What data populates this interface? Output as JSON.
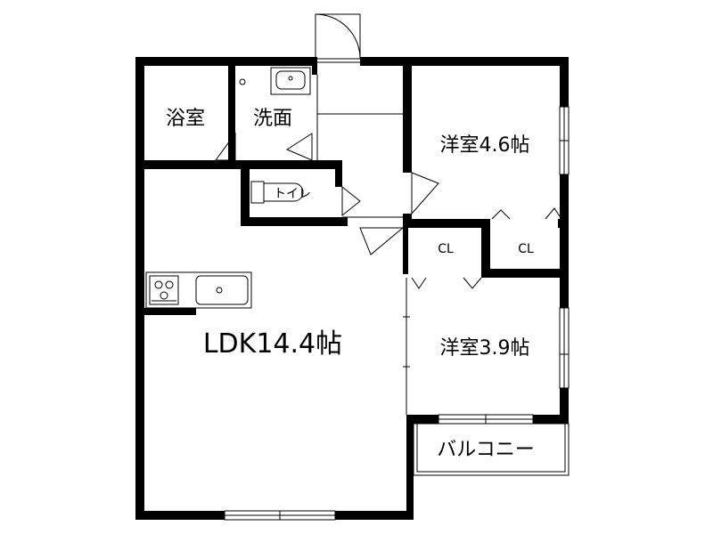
{
  "rooms": {
    "bath": "浴室",
    "washroom": "洗面",
    "toilet": "トイレ",
    "bedroom_north": "洋室4.6帖",
    "closet_1": "CL",
    "closet_2": "CL",
    "bedroom_south": "洋室3.9帖",
    "ldk": "LDK14.4帖",
    "balcony": "バルコニー"
  }
}
